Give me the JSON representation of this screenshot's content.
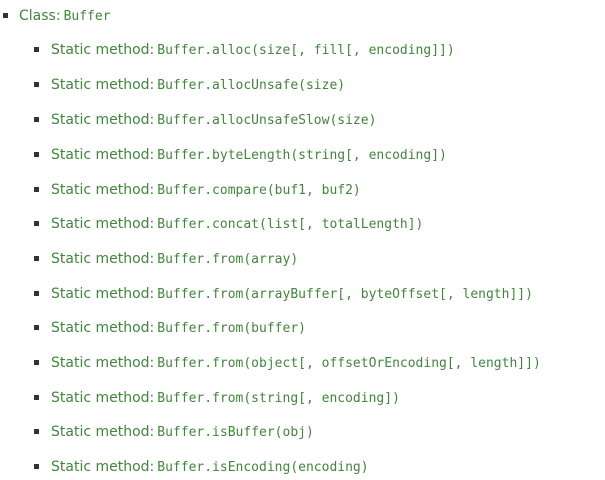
{
  "toc": {
    "class_item": {
      "prefix": "Class:",
      "code": "Buffer"
    },
    "methods": [
      {
        "prefix": "Static method:",
        "code": "Buffer.alloc(size[, fill[, encoding]])"
      },
      {
        "prefix": "Static method:",
        "code": "Buffer.allocUnsafe(size)"
      },
      {
        "prefix": "Static method:",
        "code": "Buffer.allocUnsafeSlow(size)"
      },
      {
        "prefix": "Static method:",
        "code": "Buffer.byteLength(string[, encoding])"
      },
      {
        "prefix": "Static method:",
        "code": "Buffer.compare(buf1, buf2)"
      },
      {
        "prefix": "Static method:",
        "code": "Buffer.concat(list[, totalLength])"
      },
      {
        "prefix": "Static method:",
        "code": "Buffer.from(array)"
      },
      {
        "prefix": "Static method:",
        "code": "Buffer.from(arrayBuffer[, byteOffset[, length]])"
      },
      {
        "prefix": "Static method:",
        "code": "Buffer.from(buffer)"
      },
      {
        "prefix": "Static method:",
        "code": "Buffer.from(object[, offsetOrEncoding[, length]])"
      },
      {
        "prefix": "Static method:",
        "code": "Buffer.from(string[, encoding])"
      },
      {
        "prefix": "Static method:",
        "code": "Buffer.isBuffer(obj)"
      },
      {
        "prefix": "Static method:",
        "code": "Buffer.isEncoding(encoding)"
      }
    ]
  }
}
